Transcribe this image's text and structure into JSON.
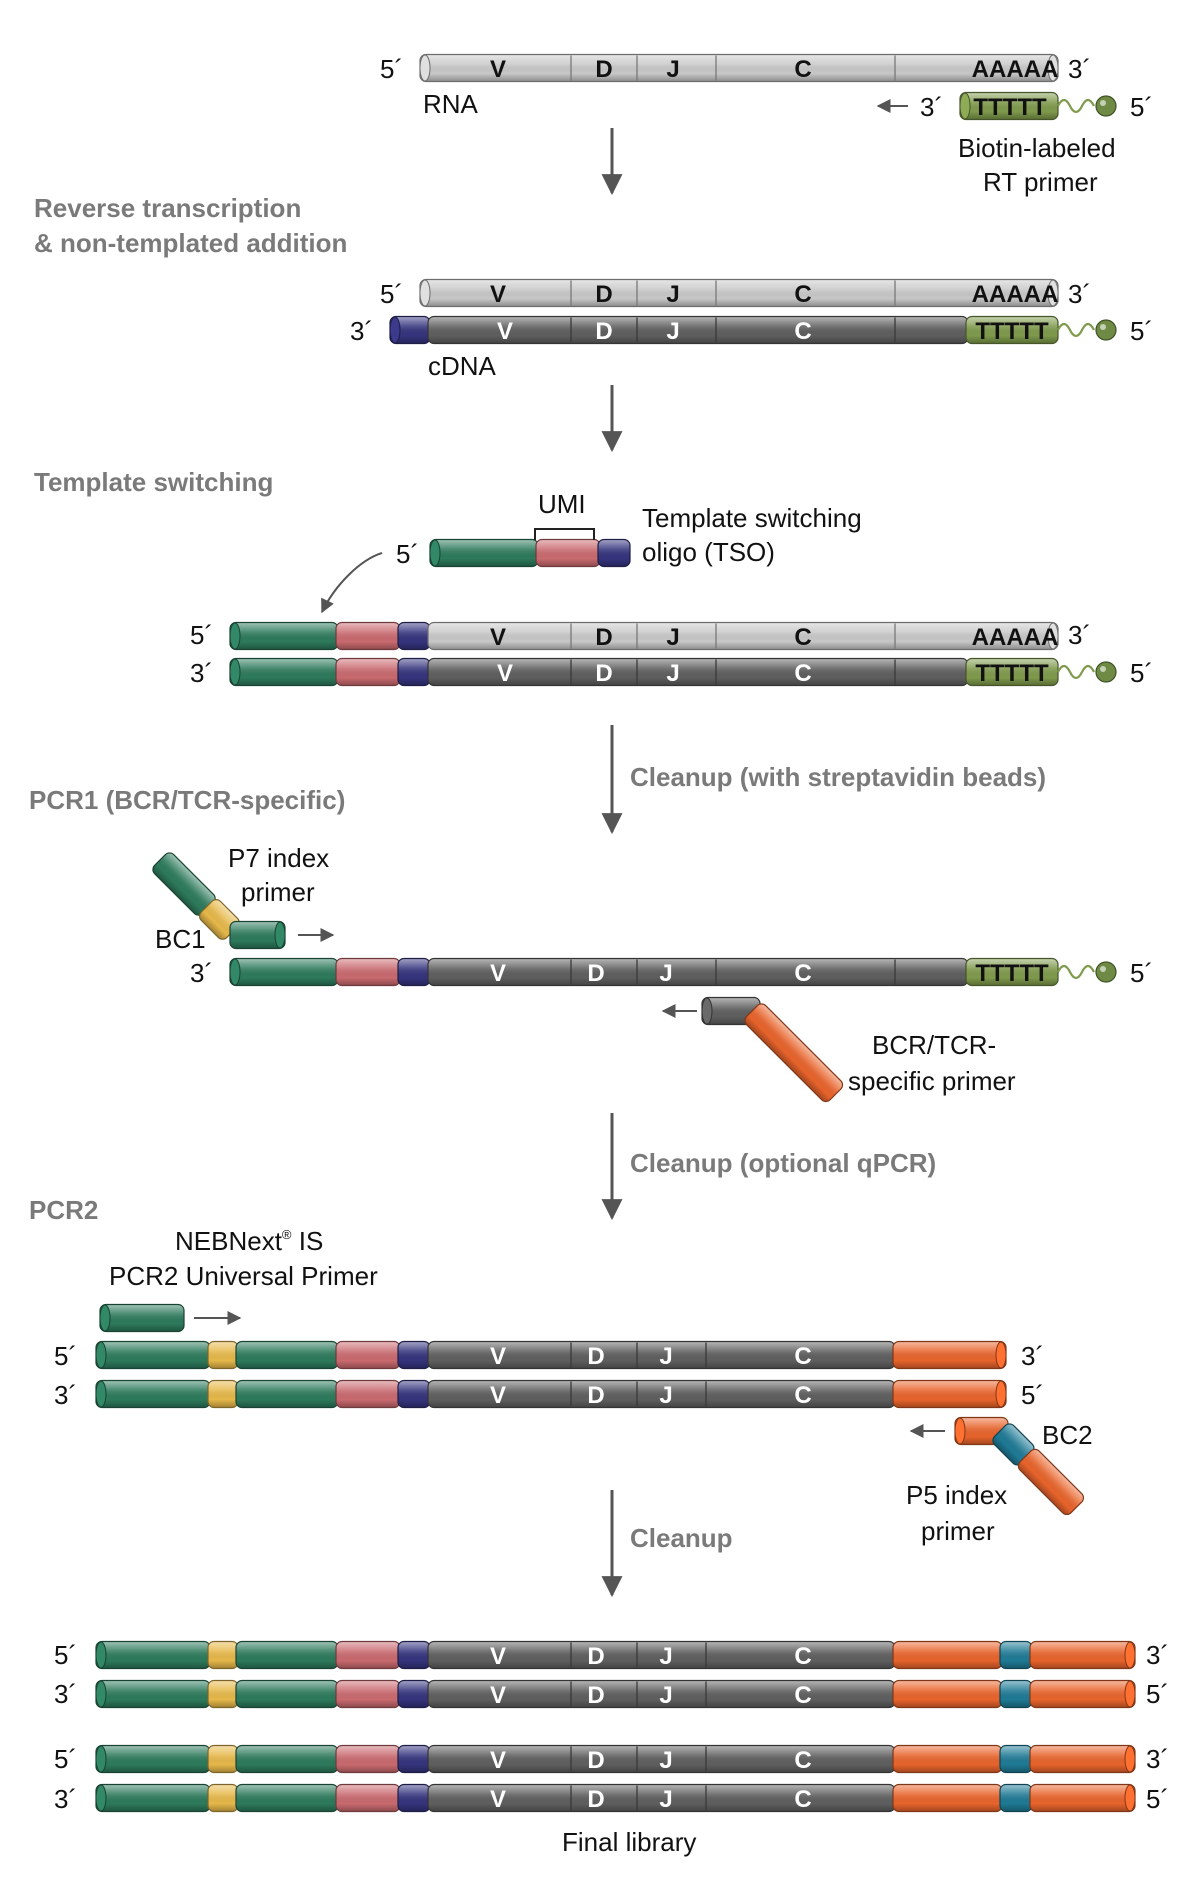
{
  "segments": {
    "v": "V",
    "d": "D",
    "j": "J",
    "c": "C",
    "poly_a": "AAAAA",
    "poly_t": "TTTTT"
  },
  "ends": {
    "five": "5´",
    "three": "3´"
  },
  "labels": {
    "rna": "RNA",
    "rt_primer_1": "Biotin-labeled",
    "rt_primer_2": "RT primer",
    "cdna": "cDNA",
    "umi": "UMI",
    "tso_1": "Template switching",
    "tso_2": "oligo (TSO)",
    "p7_1": "P7 index",
    "p7_2": "primer",
    "bc1": "BC1",
    "bcr_1": "BCR/TCR-",
    "bcr_2": "specific primer",
    "nebnext_1": "NEBNext",
    "nebnext_reg": "®",
    "nebnext_is": " IS",
    "nebnext_2": "PCR2 Universal Primer",
    "bc2": "BC2",
    "p5_1": "P5 index",
    "p5_2": "primer",
    "final": "Final library"
  },
  "steps": {
    "rt_1": "Reverse transcription",
    "rt_2": "& non-templated addition",
    "template_switching": "Template switching",
    "cleanup_strep": "Cleanup (with streptavidin beads)",
    "pcr1": "PCR1 (BCR/TCR-specific)",
    "cleanup_qpcr": "Cleanup (optional qPCR)",
    "pcr2": "PCR2",
    "cleanup": "Cleanup"
  },
  "colors": {
    "rna": "#c8c8c8",
    "cdna": "#5f5f5f",
    "adapter_green": "#2d7a5c",
    "umi_pink": "#c96a6f",
    "linker_blue": "#35347e",
    "oligo_dt": "#7f9a4c",
    "barcode_yellow": "#e6b84a",
    "primer_orange": "#e8642c",
    "barcode_teal": "#1f7a95",
    "arrow": "#555555"
  }
}
